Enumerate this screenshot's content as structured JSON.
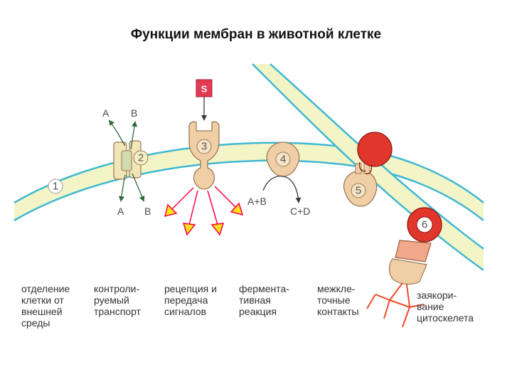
{
  "title": "Функции мембран в животной клетке",
  "labels": {
    "signal": "S",
    "a_top": "A",
    "b_top": "B",
    "a_bottom": "A",
    "b_bottom": "B",
    "a_plus_b": "A+B",
    "c_plus_d": "C+D"
  },
  "numbers": [
    "1",
    "2",
    "3",
    "4",
    "5",
    "6"
  ],
  "captions": [
    "отделение\nклетки от\nвнешней\nсреды",
    "контроли-\nруемый\nтранспорт",
    "рецепция и\nпередача\nсигналов",
    "фермента-\nтивная\nреакция",
    "межкле-\nточные\nконтакты",
    "заякори-\nвание\nцитоскелета"
  ],
  "colors": {
    "membrane_fill": "#f3f5c6",
    "membrane_edge": "#3fb8d4",
    "protein": "#f1cfa6",
    "protein_edge": "#9a7a55",
    "red_cell": "#e0362c",
    "signal_arrows": "#ff0040",
    "arrow_head": "#ffe21a",
    "anchor": "#f04a2a"
  }
}
